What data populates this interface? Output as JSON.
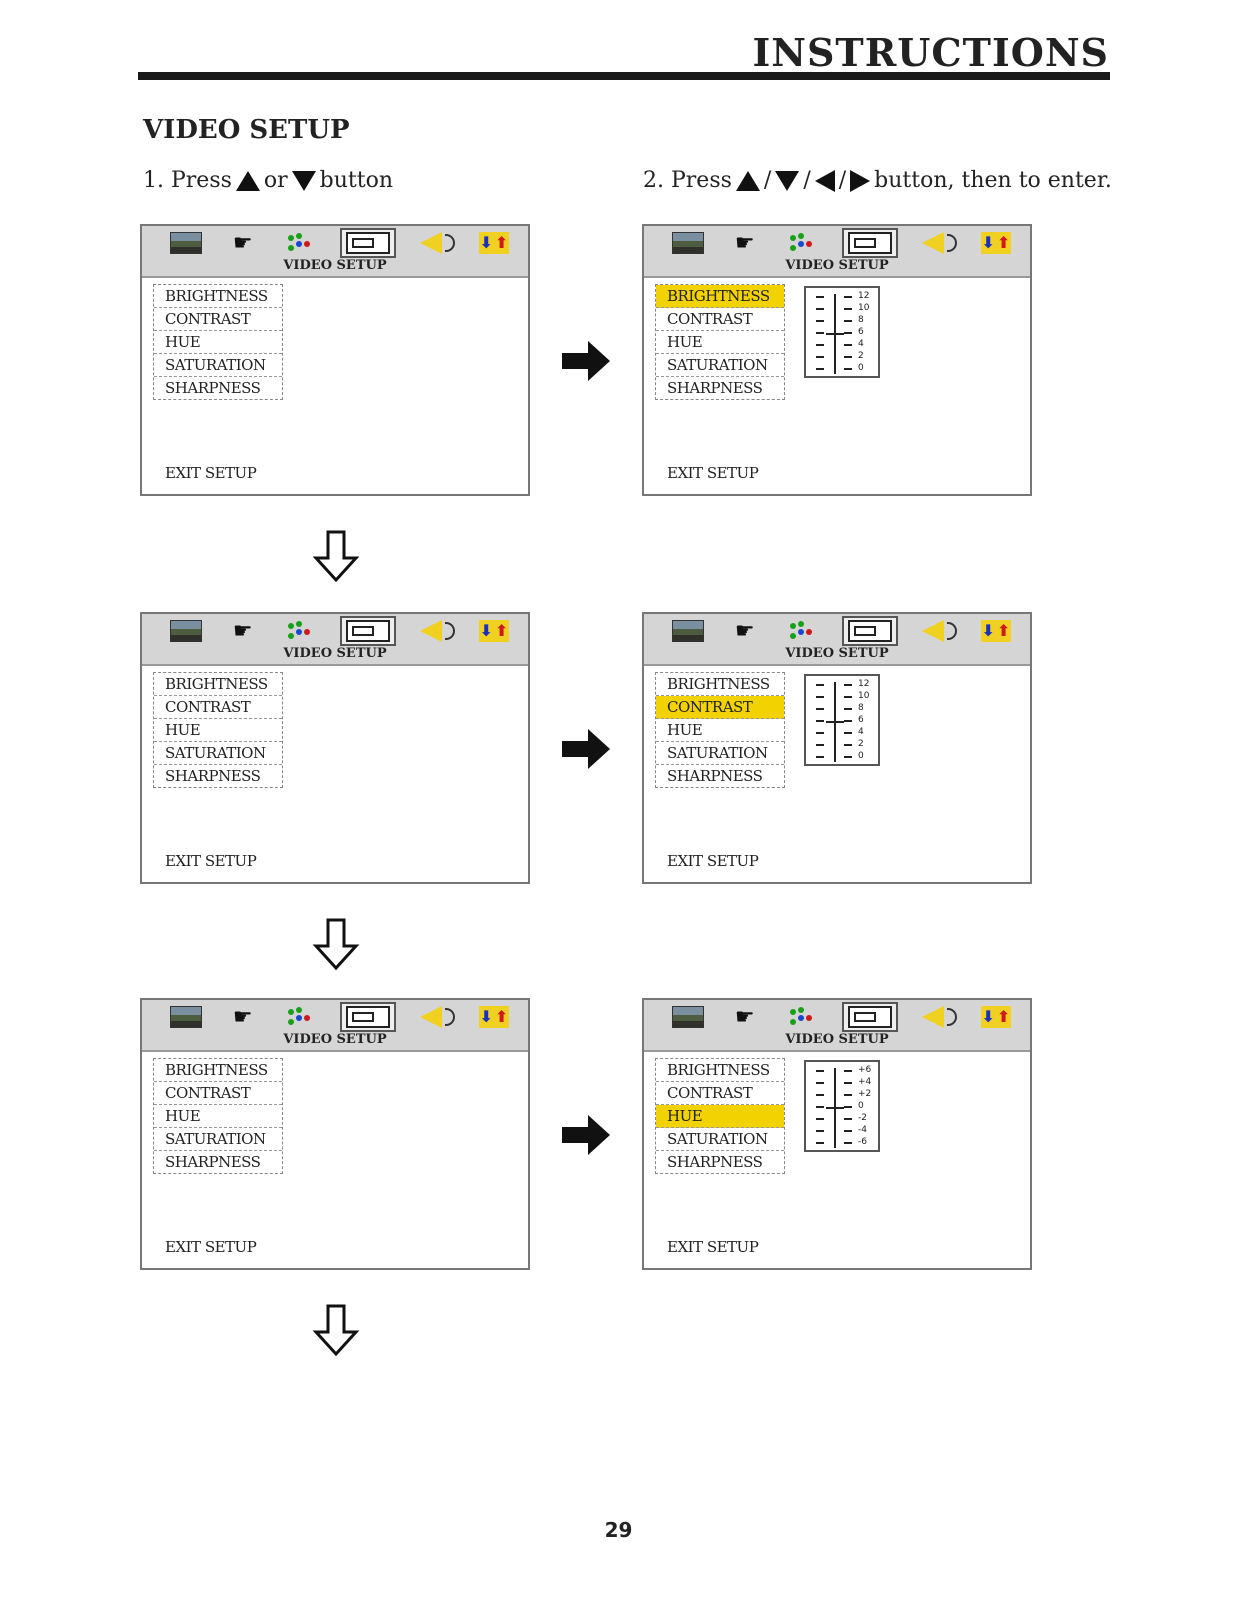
{
  "header": {
    "title": "INSTRUCTIONS"
  },
  "section": {
    "title": "VIDEO SETUP"
  },
  "steps": {
    "step1": {
      "prefix": "1. Press",
      "middle": "or",
      "suffix": "button"
    },
    "step2": {
      "prefix": "2. Press",
      "sep": "/",
      "suffix": "button, then to enter."
    }
  },
  "screen": {
    "title": "VIDEO SETUP",
    "menu_items": [
      "BRIGHTNESS",
      "CONTRAST",
      "HUE",
      "SATURATION",
      "SHARPNESS"
    ],
    "exit_label": "EXIT SETUP",
    "icons": [
      "picture-icon",
      "hand-icon",
      "color-dots-icon",
      "tv-icon",
      "speaker-icon",
      "arrows-icon"
    ]
  },
  "scale_brightness": {
    "labels": [
      "12",
      "10",
      "8",
      "6",
      "4",
      "2",
      "0"
    ],
    "value": 6
  },
  "scale_contrast": {
    "labels": [
      "12",
      "10",
      "8",
      "6",
      "4",
      "2",
      "0"
    ],
    "value": 6
  },
  "scale_hue": {
    "labels": [
      "+6",
      "+4",
      "+2",
      "0",
      "-2",
      "-4",
      "-6"
    ],
    "value": 0
  },
  "highlight_color": "#f2d200",
  "page_number": "29"
}
